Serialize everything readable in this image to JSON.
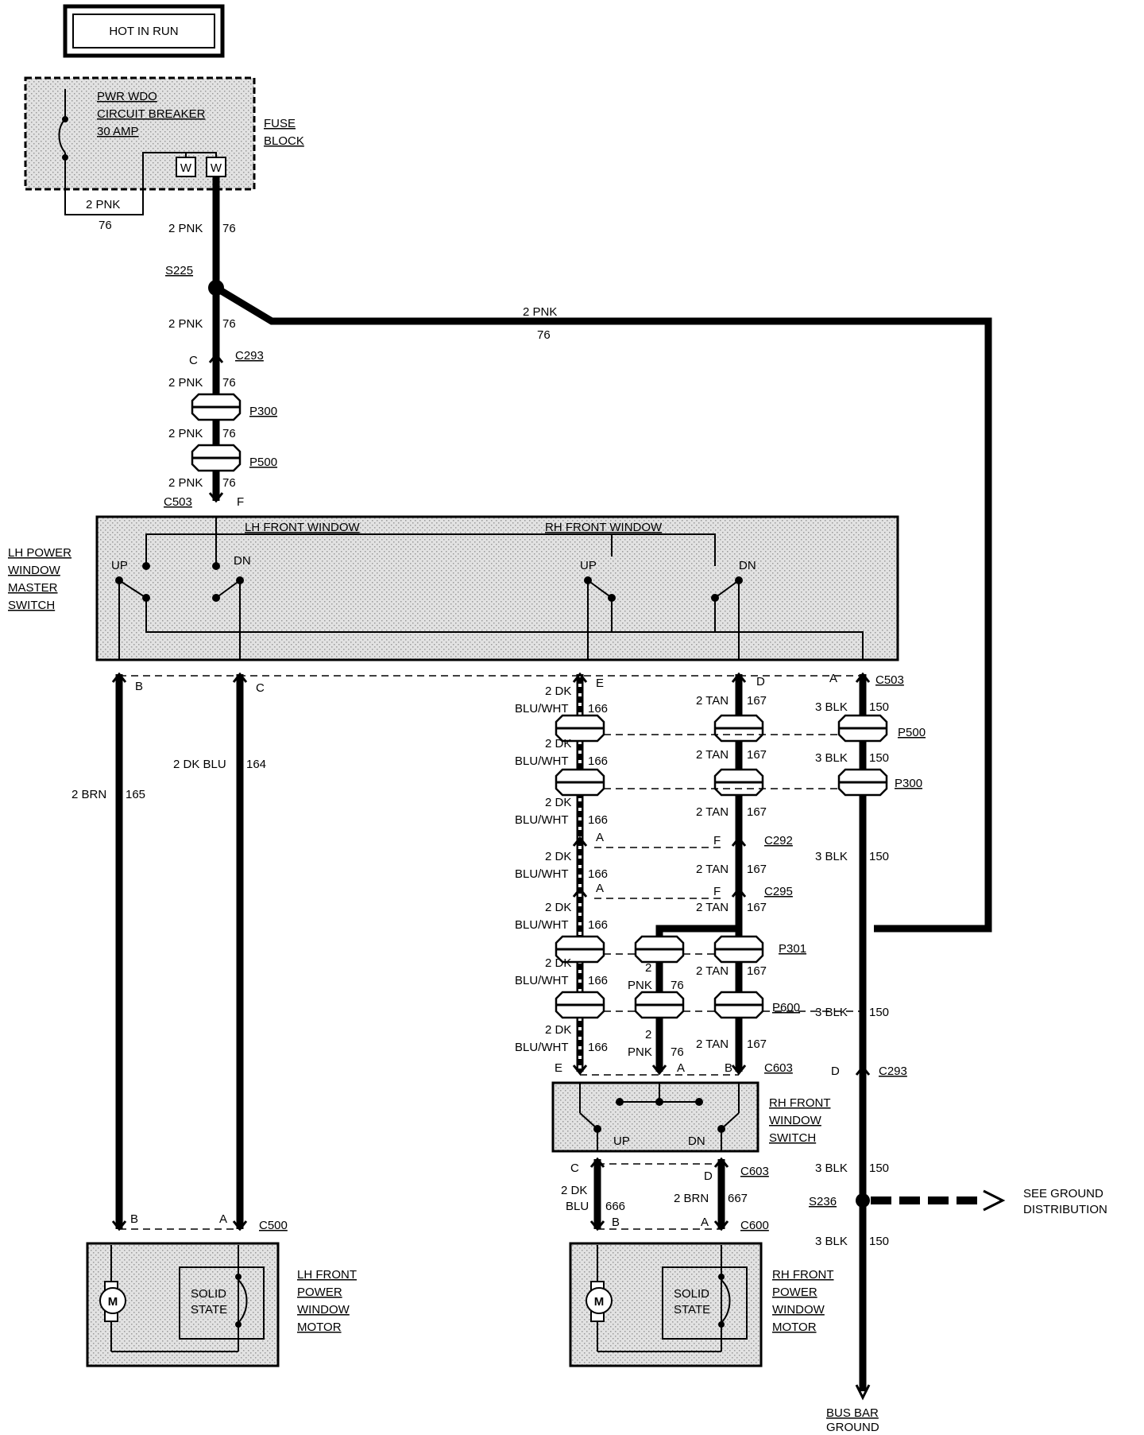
{
  "header": {
    "label": "HOT IN RUN"
  },
  "fuse": {
    "breaker_line1": "PWR WDO",
    "breaker_line2": "CIRCUIT BREAKER",
    "breaker_line3": "30 AMP",
    "block_line1": "FUSE",
    "block_line2": "BLOCK",
    "term_w": "W"
  },
  "wires": {
    "pnk": "2 PNK",
    "c76": "76",
    "pnk_2": "2",
    "pnk_name": "PNK",
    "brn": "2 BRN",
    "c165": "165",
    "dkblu": "2 DK BLU",
    "c164": "164",
    "dk2": "2 DK",
    "bluwht": "BLU/WHT",
    "c166": "166",
    "tan": "2 TAN",
    "c167": "167",
    "blk": "3 BLK",
    "c150": "150",
    "blu": "BLU",
    "c666": "666",
    "brn2": "2 BRN",
    "c667": "667"
  },
  "connectors": {
    "s225": "S225",
    "c293": "C293",
    "p300": "P300",
    "p500": "P500",
    "c503": "C503",
    "c292": "C292",
    "c295": "C295",
    "p301": "P301",
    "p600": "P600",
    "c603": "C603",
    "c500": "C500",
    "c600": "C600",
    "s236": "S236"
  },
  "pins": {
    "a": "A",
    "b": "B",
    "c": "C",
    "d": "D",
    "e": "E",
    "f": "F"
  },
  "master_switch": {
    "label1": "LH POWER",
    "label2": "WINDOW",
    "label3": "MASTER",
    "label4": "SWITCH",
    "lh_section": "LH FRONT WINDOW",
    "rh_section": "RH FRONT WINDOW",
    "up": "UP",
    "dn": "DN"
  },
  "rh_switch": {
    "label1": "RH FRONT",
    "label2": "WINDOW",
    "label3": "SWITCH"
  },
  "lh_motor": {
    "label1": "LH FRONT",
    "label2": "POWER",
    "label3": "WINDOW",
    "label4": "MOTOR",
    "m": "M",
    "ss1": "SOLID",
    "ss2": "STATE"
  },
  "rh_motor": {
    "label1": "RH FRONT",
    "label2": "POWER",
    "label3": "WINDOW",
    "label4": "MOTOR"
  },
  "ground": {
    "see1": "SEE GROUND",
    "see2": "DISTRIBUTION",
    "bus1": "BUS BAR",
    "bus2": "GROUND"
  }
}
